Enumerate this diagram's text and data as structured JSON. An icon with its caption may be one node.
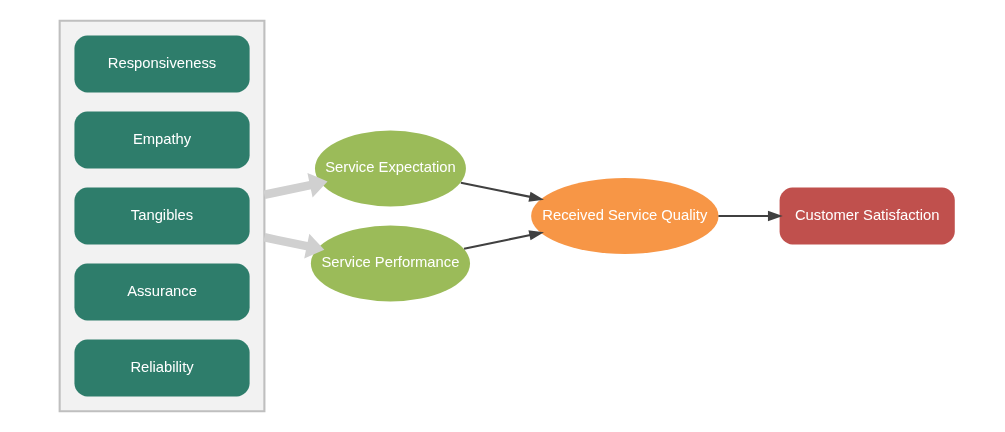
{
  "diagram": {
    "nodes": [
      {
        "text": [],
        "shape": "box"
      },
      {
        "text": [
          "Reliability"
        ],
        "in": 0
      },
      {
        "text": [
          "Assurance"
        ],
        "in": 0
      },
      {
        "text": [
          "Tangibles"
        ],
        "in": 0
      },
      {
        "text": [
          "Empathy"
        ],
        "in": 0
      },
      {
        "text": [
          "Responsiveness"
        ],
        "in": 0
      },
      {
        "text": [
          "Service Expectation"
        ]
      },
      {
        "text": [
          "Service Performance"
        ]
      },
      {
        "text": [
          "Received Service Quality"
        ]
      },
      {
        "text": [
          "Customer Satisfaction"
        ]
      }
    ],
    "edges": [
      {
        "from": 0,
        "to": 6,
        "arrow": "to",
        "style": "thick",
        "color": "#d0d0d0"
      },
      {
        "from": 0,
        "to": 7,
        "arrow": "to",
        "style": "thick",
        "color": "#d0d0d0"
      },
      {
        "from": 6,
        "to": 8,
        "arrow": "to"
      },
      {
        "from": 7,
        "to": 8,
        "arrow": "to"
      },
      {
        "from": 8,
        "to": 9,
        "arrow": "to"
      }
    ]
  }
}
